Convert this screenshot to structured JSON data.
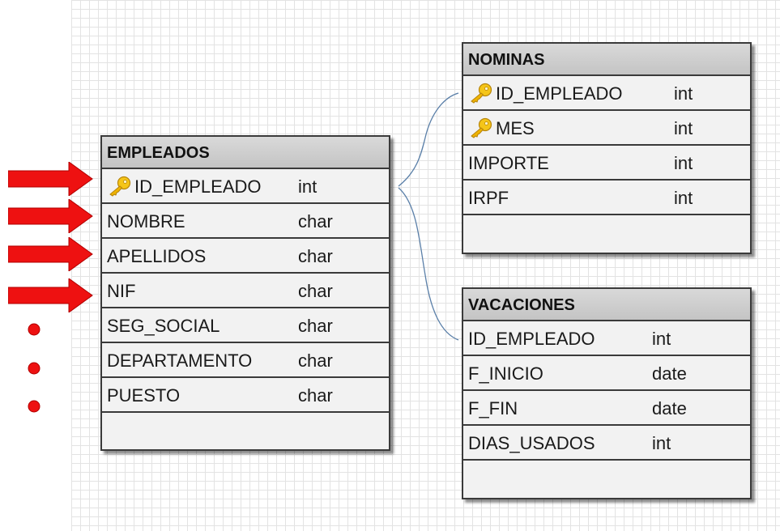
{
  "tables": {
    "empleados": {
      "title": "EMPLEADOS",
      "fields": [
        {
          "name": "ID_EMPLEADO",
          "type": "int",
          "key": true
        },
        {
          "name": "NOMBRE",
          "type": "char",
          "key": false
        },
        {
          "name": "APELLIDOS",
          "type": "char",
          "key": false
        },
        {
          "name": "NIF",
          "type": "char",
          "key": false
        },
        {
          "name": "SEG_SOCIAL",
          "type": "char",
          "key": false
        },
        {
          "name": "DEPARTAMENTO",
          "type": "char",
          "key": false
        },
        {
          "name": "PUESTO",
          "type": "char",
          "key": false
        }
      ]
    },
    "nominas": {
      "title": "NOMINAS",
      "fields": [
        {
          "name": "ID_EMPLEADO",
          "type": "int",
          "key": true
        },
        {
          "name": "MES",
          "type": "int",
          "key": true
        },
        {
          "name": "IMPORTE",
          "type": "int",
          "key": false
        },
        {
          "name": "IRPF",
          "type": "int",
          "key": false
        }
      ]
    },
    "vacaciones": {
      "title": "VACACIONES",
      "fields": [
        {
          "name": "ID_EMPLEADO",
          "type": "int",
          "key": false
        },
        {
          "name": "F_INICIO",
          "type": "date",
          "key": false
        },
        {
          "name": "F_FIN",
          "type": "date",
          "key": false
        },
        {
          "name": "DIAS_USADOS",
          "type": "int",
          "key": false
        }
      ]
    }
  },
  "relationships": [
    {
      "from": "EMPLEADOS.ID_EMPLEADO",
      "to": "NOMINAS.ID_EMPLEADO"
    },
    {
      "from": "EMPLEADOS.ID_EMPLEADO",
      "to": "VACACIONES.ID_EMPLEADO"
    }
  ],
  "annotations": {
    "arrows_pointing_to": [
      "ID_EMPLEADO",
      "NOMBRE",
      "APELLIDOS",
      "NIF"
    ],
    "continuation_dots": 3,
    "arrow_color": "#ee1111",
    "dot_color": "#ee1111"
  },
  "icons": {
    "primary_key": "key-icon"
  },
  "colors": {
    "header_bg": "#cfcfcf",
    "body_bg": "#f2f2f2",
    "border": "#3a3a3a",
    "connector": "#5a7fa8",
    "key_gold": "#f0b400"
  }
}
